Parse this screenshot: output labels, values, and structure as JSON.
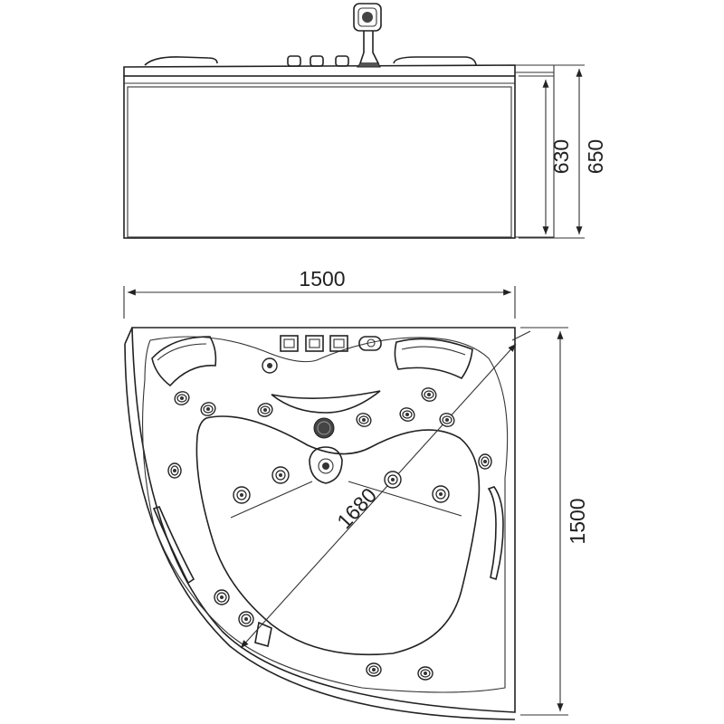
{
  "dimensions": {
    "front_inner_height": "630",
    "front_total_height": "650",
    "top_width": "1500",
    "top_depth": "1500",
    "top_diagonal": "1680"
  }
}
